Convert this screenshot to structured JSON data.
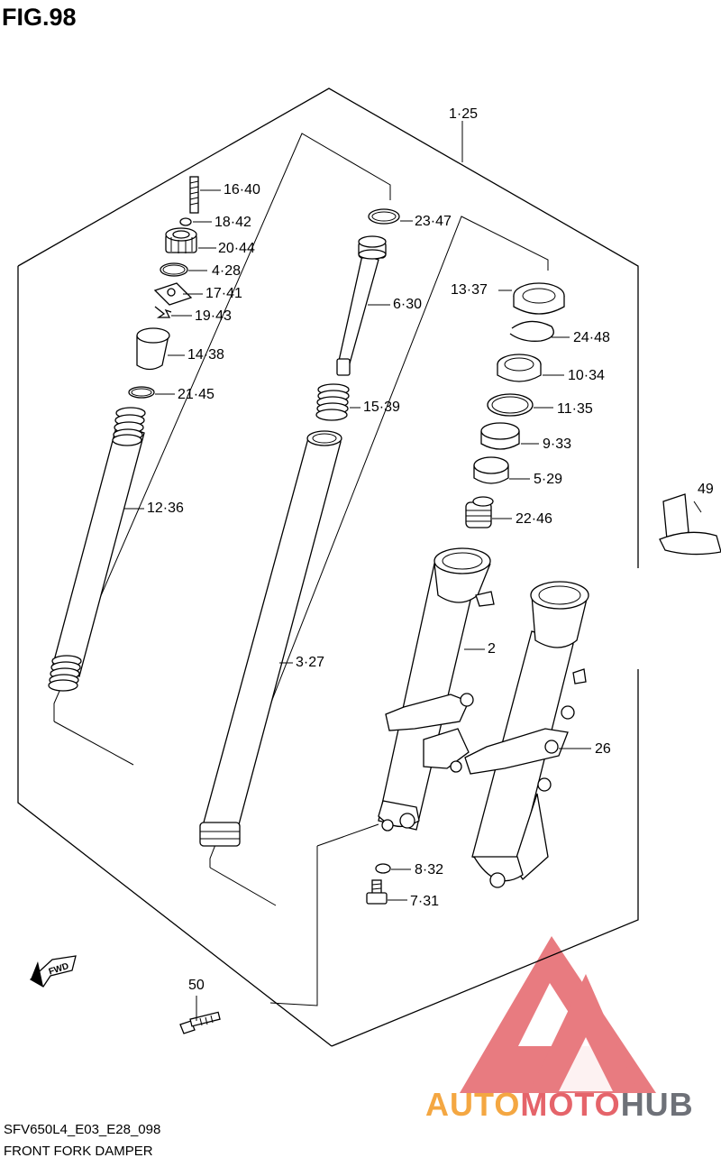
{
  "figure": {
    "title": "FIG.98",
    "code": "SFV650L4_E03_E28_098",
    "name": "FRONT FORK DAMPER"
  },
  "callouts": {
    "c1_25": "1·25",
    "c16_40": "16·40",
    "c18_42": "18·42",
    "c20_44": "20·44",
    "c4_28": "4·28",
    "c17_41": "17·41",
    "c19_43": "19·43",
    "c14_38": "14·38",
    "c21_45": "21·45",
    "c12_36": "12·36",
    "c23_47": "23·47",
    "c6_30": "6·30",
    "c15_39": "15·39",
    "c3_27": "3·27",
    "c13_37": "13·37",
    "c24_48": "24·48",
    "c10_34": "10·34",
    "c11_35": "11·35",
    "c9_33": "9·33",
    "c5_29": "5·29",
    "c22_46": "22·46",
    "c2": "2",
    "c26": "26",
    "c8_32": "8·32",
    "c7_31": "7·31",
    "c49": "49",
    "c50": "50"
  },
  "fwd_label": "FWD",
  "watermark": {
    "part1": "AUTO",
    "part2": "MOTO",
    "part3": "HUB",
    "colors": {
      "orange": "#f4a742",
      "red": "#e5646a",
      "gray": "#6e7178"
    }
  }
}
